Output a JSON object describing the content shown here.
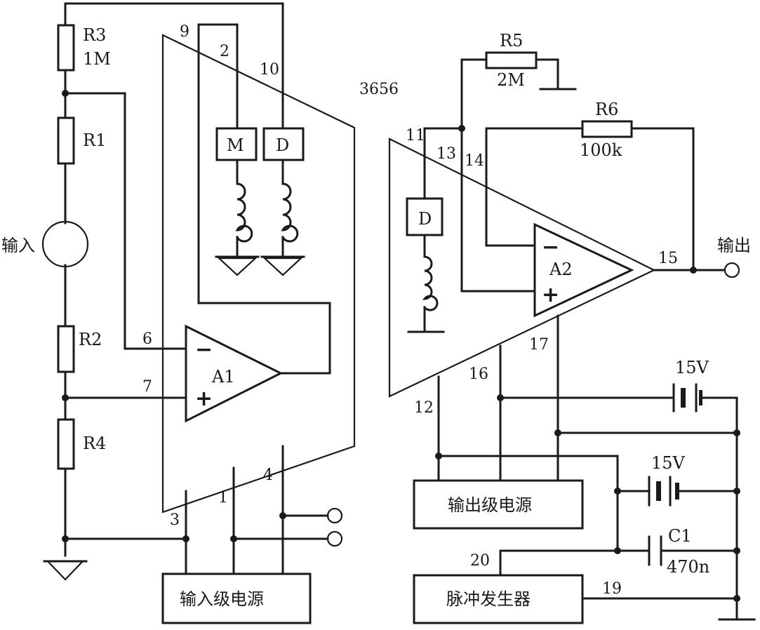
{
  "input_section": {
    "resistors": {
      "r3": {
        "name": "R3",
        "value": "1M"
      },
      "r1": {
        "name": "R1"
      },
      "r2": {
        "name": "R2"
      },
      "r4": {
        "name": "R4"
      }
    },
    "input_label": "输入",
    "amplifier": {
      "name": "A1",
      "minus": "−",
      "plus": "+"
    },
    "coil_blocks": {
      "m": "M",
      "d": "D"
    },
    "power_box": "输入级电源",
    "pins": {
      "p9": "9",
      "p2": "2",
      "p10": "10",
      "p6": "6",
      "p7": "7",
      "p3": "3",
      "p1": "1",
      "p4": "4"
    }
  },
  "output_section": {
    "chip_label": "3656",
    "resistors": {
      "r5": {
        "name": "R5",
        "value": "2M"
      },
      "r6": {
        "name": "R6",
        "value": "100k"
      }
    },
    "amplifier": {
      "name": "A2",
      "minus": "−",
      "plus": "+"
    },
    "coil_block": "D",
    "output_label": "输出",
    "pins": {
      "p11": "11",
      "p13": "13",
      "p14": "14",
      "p15": "15",
      "p12": "12",
      "p16": "16",
      "p17": "17",
      "p20": "20",
      "p19": "19"
    },
    "power_box": "输出级电源",
    "pulse_box": "脉冲发生器",
    "battery_top": "15V",
    "battery_bottom": "15V",
    "capacitor": {
      "name": "C1",
      "value": "470n"
    }
  }
}
